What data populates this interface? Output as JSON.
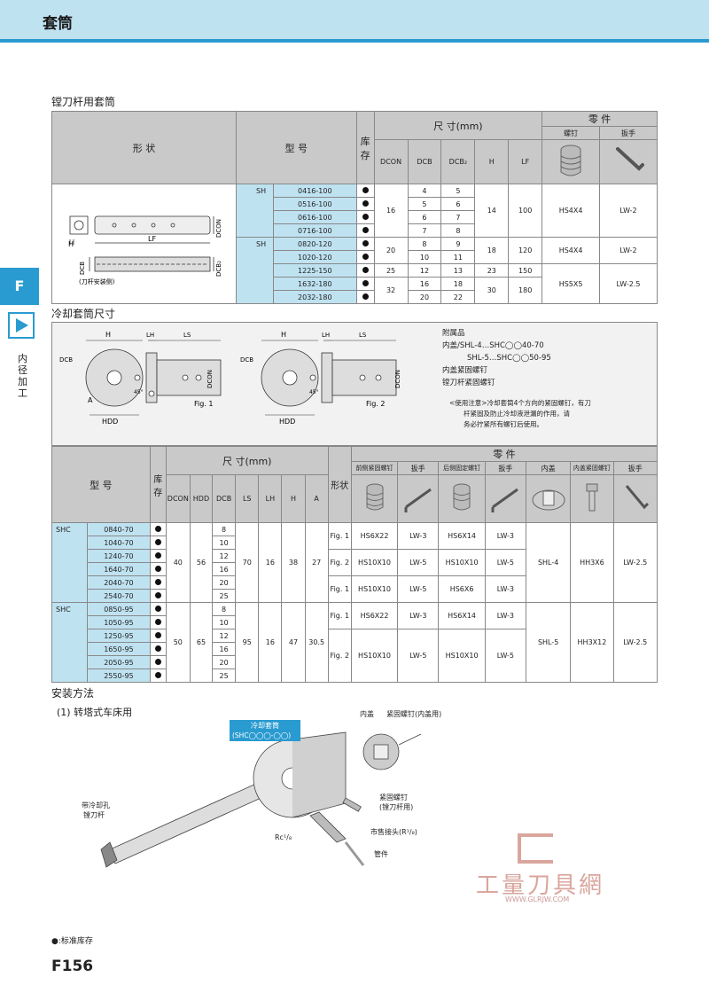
{
  "header": {
    "title": "套筒"
  },
  "side": {
    "letter": "F",
    "label": "内径加工"
  },
  "sections": {
    "sleeve_title": "镗刀杆用套筒",
    "coolant_title": "冷却套筒尺寸",
    "install_title": "安装方法",
    "install_sub": "(1) 转塔式车床用"
  },
  "t1": {
    "h_shape": "形  状",
    "h_model": "型  号",
    "h_stock": "库存",
    "h_dim": "尺  寸(mm)",
    "h_parts": "零  件",
    "c_dcon": "DCON",
    "c_dcb": "DCB",
    "c_dcb2": "DCB₂",
    "c_h": "H",
    "c_lf": "LF",
    "c_screw": "螺钉",
    "c_wrench": "扳手",
    "fig_h": "H",
    "fig_lf": "LF",
    "fig_dcon": "DCON",
    "fig_dcb": "DCB",
    "fig_dcb2": "DCB₂",
    "fig_note": "(刀杆安装侧)",
    "series": [
      "SH",
      "SH"
    ],
    "rows": [
      {
        "m": "0416-100",
        "dcb": "4",
        "dcb2": "5"
      },
      {
        "m": "0516-100",
        "dcb": "5",
        "dcb2": "6"
      },
      {
        "m": "0616-100",
        "dcb": "6",
        "dcb2": "7"
      },
      {
        "m": "0716-100",
        "dcb": "7",
        "dcb2": "8"
      },
      {
        "m": "0820-120",
        "dcb": "8",
        "dcb2": "9"
      },
      {
        "m": "1020-120",
        "dcb": "10",
        "dcb2": "11"
      },
      {
        "m": "1225-150",
        "dcb": "12",
        "dcb2": "13"
      },
      {
        "m": "1632-180",
        "dcb": "16",
        "dcb2": "18"
      },
      {
        "m": "2032-180",
        "dcb": "20",
        "dcb2": "22"
      }
    ],
    "g1": {
      "dcon": "16",
      "h": "14",
      "lf": "100",
      "screw": "HS4X4",
      "wrench": "LW-2"
    },
    "g2": {
      "dcon": "20",
      "h": "18",
      "lf": "120",
      "screw": "HS4X4",
      "wrench": "LW-2"
    },
    "g3": {
      "dcon": "25",
      "h": "23",
      "lf": "150"
    },
    "g4": {
      "dcon": "32",
      "h": "30",
      "lf": "180"
    },
    "g34": {
      "screw": "HS5X5",
      "wrench": "LW-2.5"
    }
  },
  "figs": {
    "f1": "Fig. 1",
    "f2": "Fig. 2",
    "h": "H",
    "lh": "LH",
    "ls": "LS",
    "dcb": "DCB",
    "dcon": "DCON",
    "hdd": "HDD",
    "a": "A",
    "deg": "45°",
    "acc_title": "附属品",
    "acc1": "内盖/SHL-4…SHC◯◯40-70",
    "acc2": "SHL-5…SHC◯◯50-95",
    "acc3": "内盖紧固螺钉",
    "acc4": "镗刀杆紧固螺钉",
    "note1": "<使用注意>冷却套筒4个方向的紧固螺钉，有刀",
    "note2": "杆紧固及防止冷却液泄漏的作用，请",
    "note3": "务必拧紧所有螺钉后使用。"
  },
  "t2": {
    "h_model": "型  号",
    "h_stock": "库存",
    "h_dim": "尺  寸(mm)",
    "h_shape": "形状",
    "h_parts": "零  件",
    "c_dcon": "DCON",
    "c_hdd": "HDD",
    "c_dcb": "DCB",
    "c_ls": "LS",
    "c_lh": "LH",
    "c_h": "H",
    "c_a": "A",
    "p1": "前侧紧固螺钉",
    "p2": "扳手",
    "p3": "后侧固定螺钉",
    "p4": "扳手",
    "p5": "内盖",
    "p6": "内盖紧固螺钉",
    "p7": "扳手",
    "series": [
      "SHC",
      "SHC"
    ],
    "rows": [
      {
        "m": "0840-70",
        "dcb": "8"
      },
      {
        "m": "1040-70",
        "dcb": "10"
      },
      {
        "m": "1240-70",
        "dcb": "12"
      },
      {
        "m": "1640-70",
        "dcb": "16"
      },
      {
        "m": "2040-70",
        "dcb": "20"
      },
      {
        "m": "2540-70",
        "dcb": "25"
      },
      {
        "m": "0850-95",
        "dcb": "8"
      },
      {
        "m": "1050-95",
        "dcb": "10"
      },
      {
        "m": "1250-95",
        "dcb": "12"
      },
      {
        "m": "1650-95",
        "dcb": "16"
      },
      {
        "m": "2050-95",
        "dcb": "20"
      },
      {
        "m": "2550-95",
        "dcb": "25"
      }
    ],
    "a1": {
      "dcon": "40",
      "hdd": "56",
      "ls": "70",
      "lh": "16",
      "h": "38",
      "a": "27"
    },
    "a2": {
      "dcon": "50",
      "hdd": "65",
      "ls": "95",
      "lh": "16",
      "h": "47",
      "a": "30.5"
    },
    "r1": {
      "fig": "Fig. 1",
      "s1": "HS6X22",
      "w1": "LW-3",
      "s2": "HS6X14",
      "w2": "LW-3"
    },
    "r2": {
      "fig": "Fig. 2",
      "s1": "HS10X10",
      "w1": "LW-5",
      "s2": "HS10X10",
      "w2": "LW-5"
    },
    "r3": {
      "fig": "Fig. 1",
      "s1": "HS10X10",
      "w1": "LW-5",
      "s2": "HS6X6",
      "w2": "LW-3"
    },
    "r4": {
      "fig": "Fig. 1",
      "s1": "HS6X22",
      "w1": "LW-3",
      "s2": "HS6X14",
      "w2": "LW-3"
    },
    "r5": {
      "fig": "Fig. 2",
      "s1": "HS10X10",
      "w1": "LW-5",
      "s2": "HS10X10",
      "w2": "LW-5"
    },
    "c1": {
      "lid": "SHL-4",
      "ls": "HH3X6",
      "w": "LW-2.5"
    },
    "c2": {
      "lid": "SHL-5",
      "ls": "HH3X12",
      "w": "LW-2.5"
    }
  },
  "install": {
    "sleeve": "冷却套筒",
    "sleeve_code": "(SHC◯◯◯-◯◯)",
    "lid": "内盖",
    "lid_screw": "紧固螺钉(内盖用)",
    "bar_screw": "紧固螺钉",
    "bar_screw2": "(镗刀杆用)",
    "bar": "带冷却孔",
    "bar2": "镗刀杆",
    "rc": "Rc¹/₈",
    "joint": "市售接头(R¹/₈)",
    "pipe": "管件"
  },
  "watermark": {
    "text": "工量刀具網",
    "url": "WWW.GLRJW.COM"
  },
  "footer": {
    "legend": "●:标准库存",
    "page": "F156"
  }
}
